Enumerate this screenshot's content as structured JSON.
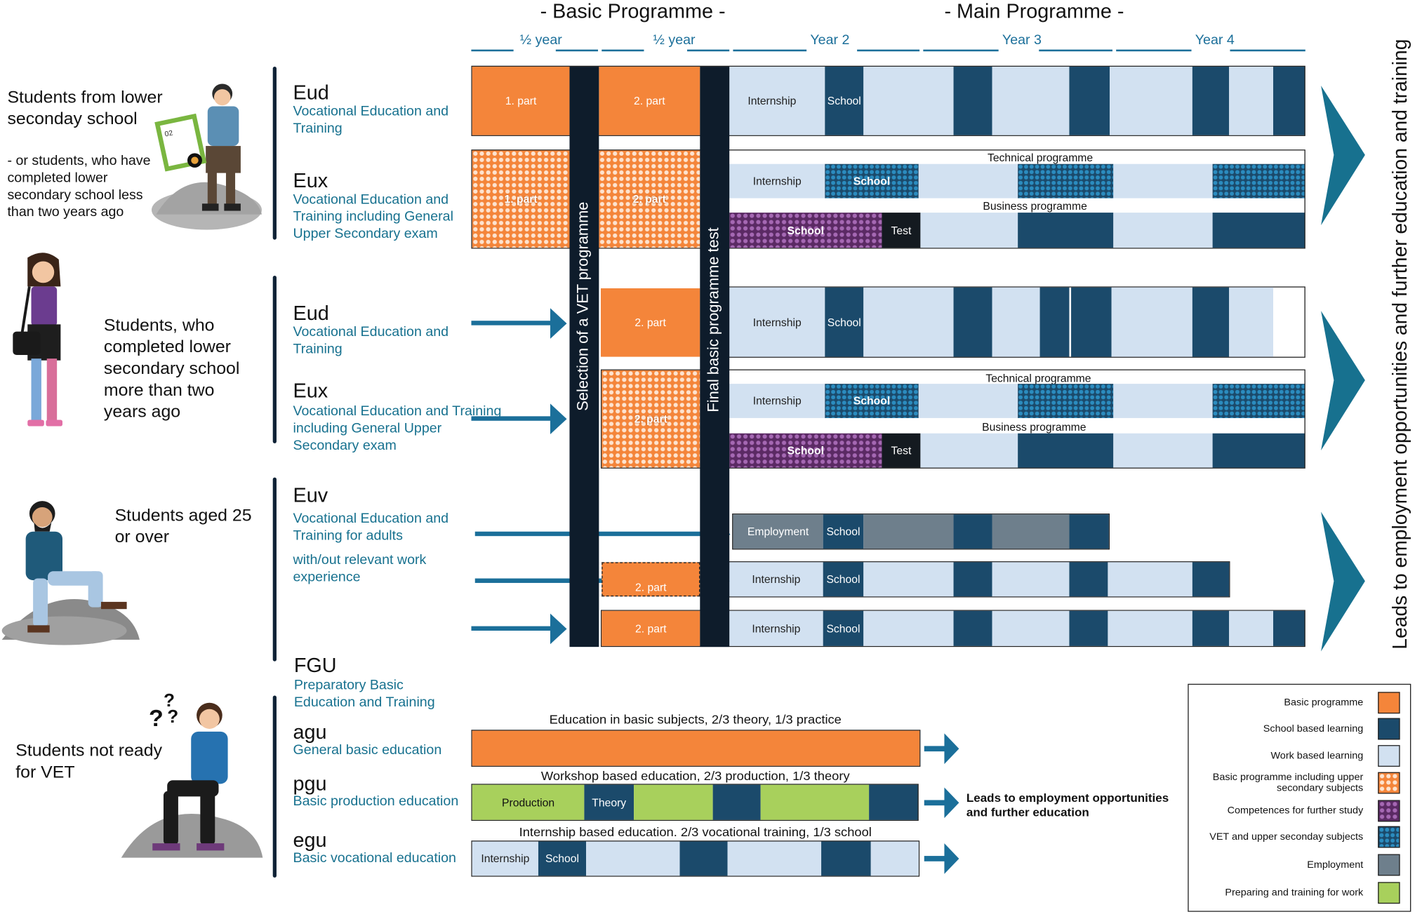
{
  "headers": {
    "basic": "- Basic Programme -",
    "main": "- Main Programme  -",
    "half_year_1": "½ year",
    "half_year_2": "½ year",
    "year2": "Year 2",
    "year3": "Year 3",
    "year4": "Year 4"
  },
  "vertical_labels": {
    "selection": "Selection of a VET programme",
    "final_test": "Final basic programme test",
    "leads": "Leads to employment opportunities and further education and training"
  },
  "students": {
    "group1_title": "Students from lower seconday school",
    "group1_note": "-  or students, who have completed lower secondary school less than two years ago",
    "group2": "Students, who completed lower secondary school more than two years ago",
    "group3": "Students aged 25 or over",
    "group4": "Students not ready for VET",
    "thought_marks": "?"
  },
  "programmes": {
    "eud1": {
      "title": "Eud",
      "sub": "Vocational Education and Training"
    },
    "eux1": {
      "title": "Eux",
      "sub": "Vocational Education and Training including General Upper Secondary exam"
    },
    "eud2": {
      "title": "Eud",
      "sub": "Vocational Education and Training"
    },
    "eux2": {
      "title": "Eux",
      "sub": "Vocational Education and Training including General Upper Secondary exam"
    },
    "euv": {
      "title": "Euv",
      "sub": "Vocational Education and Training for adults",
      "sub2": "with/out relevant work experience"
    },
    "fgu": {
      "title": "FGU",
      "sub": "Preparatory Basic Education and Training"
    },
    "agu": {
      "title": "agu",
      "sub": "General basic education"
    },
    "pgu": {
      "title": "pgu",
      "sub": "Basic production education"
    },
    "egu": {
      "title": "egu",
      "sub": "Basic vocational education"
    }
  },
  "segments": {
    "part1": "1. part",
    "part2": "2. part",
    "internship": "Internship",
    "school": "School",
    "test": "Test",
    "employment": "Employment",
    "production": "Production",
    "theory": "Theory",
    "technical": "Technical programme",
    "business": "Business programme"
  },
  "fgu_captions": {
    "agu": "Education in basic subjects, 2/3 theory, 1/3 practice",
    "pgu": "Workshop based education, 2/3 production, 1/3 theory",
    "egu": "Internship based education. 2/3 vocational training, 1/3 school",
    "leads": "Leads to employment opportunities and further education"
  },
  "legend": [
    {
      "label": "Basic programme",
      "style": "orange"
    },
    {
      "label": "School based learning",
      "style": "dark"
    },
    {
      "label": "Work based learning",
      "style": "light"
    },
    {
      "label": "Basic programme including upper secondary subjects",
      "style": "dots-orange"
    },
    {
      "label": "Competences for further study",
      "style": "dots-purple"
    },
    {
      "label": "VET and upper seconday subjects",
      "style": "dots-blue"
    },
    {
      "label": "Employment",
      "style": "grey"
    },
    {
      "label": "Preparing and training for work",
      "style": "green"
    }
  ],
  "colors": {
    "basic_programme": "#f4853a",
    "school": "#1b4a6b",
    "work": "#d2e1f1",
    "employment": "#6e7f8c",
    "preparing": "#a8d05c",
    "accent": "#17718f"
  }
}
